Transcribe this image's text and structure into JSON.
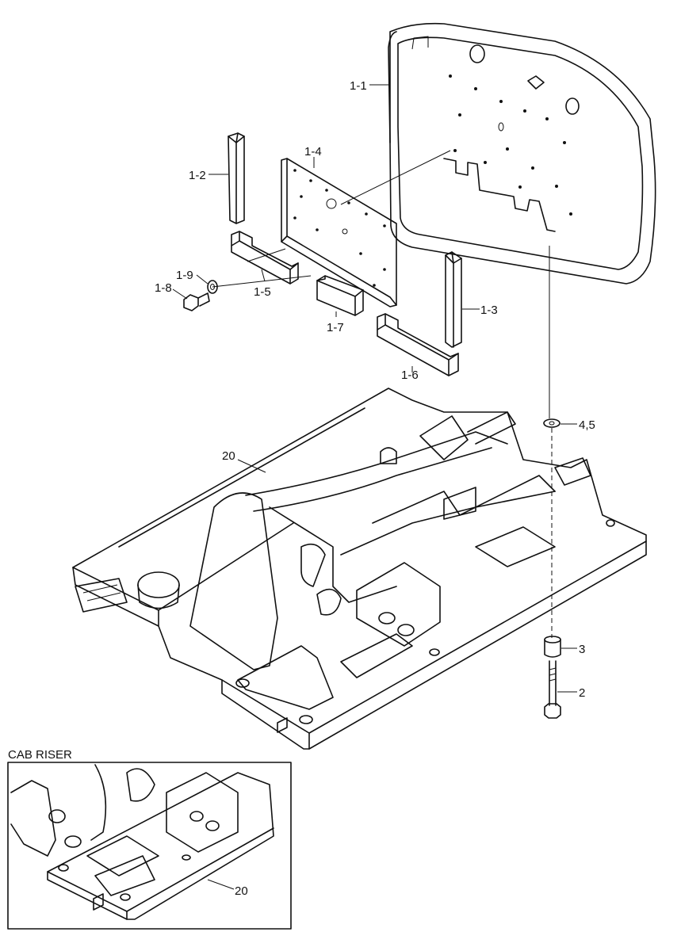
{
  "callouts": {
    "c1_1": "1-1",
    "c1_2": "1-2",
    "c1_3": "1-3",
    "c1_4": "1-4",
    "c1_5": "1-5",
    "c1_6": "1-6",
    "c1_7": "1-7",
    "c1_8": "1-8",
    "c1_9": "1-9",
    "c2": "2",
    "c3": "3",
    "c4_5": "4,5",
    "c20": "20",
    "c20_inset": "20"
  },
  "inset": {
    "title": "CAB RISER"
  }
}
